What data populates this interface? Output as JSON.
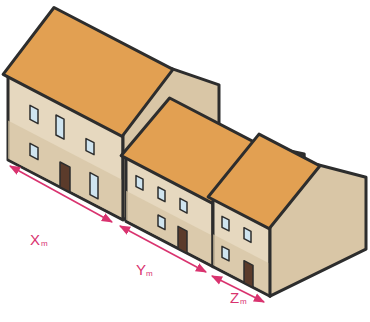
{
  "diagram": {
    "labels": [
      "X",
      "m",
      "Y",
      "m",
      "Z",
      "m"
    ]
  }
}
